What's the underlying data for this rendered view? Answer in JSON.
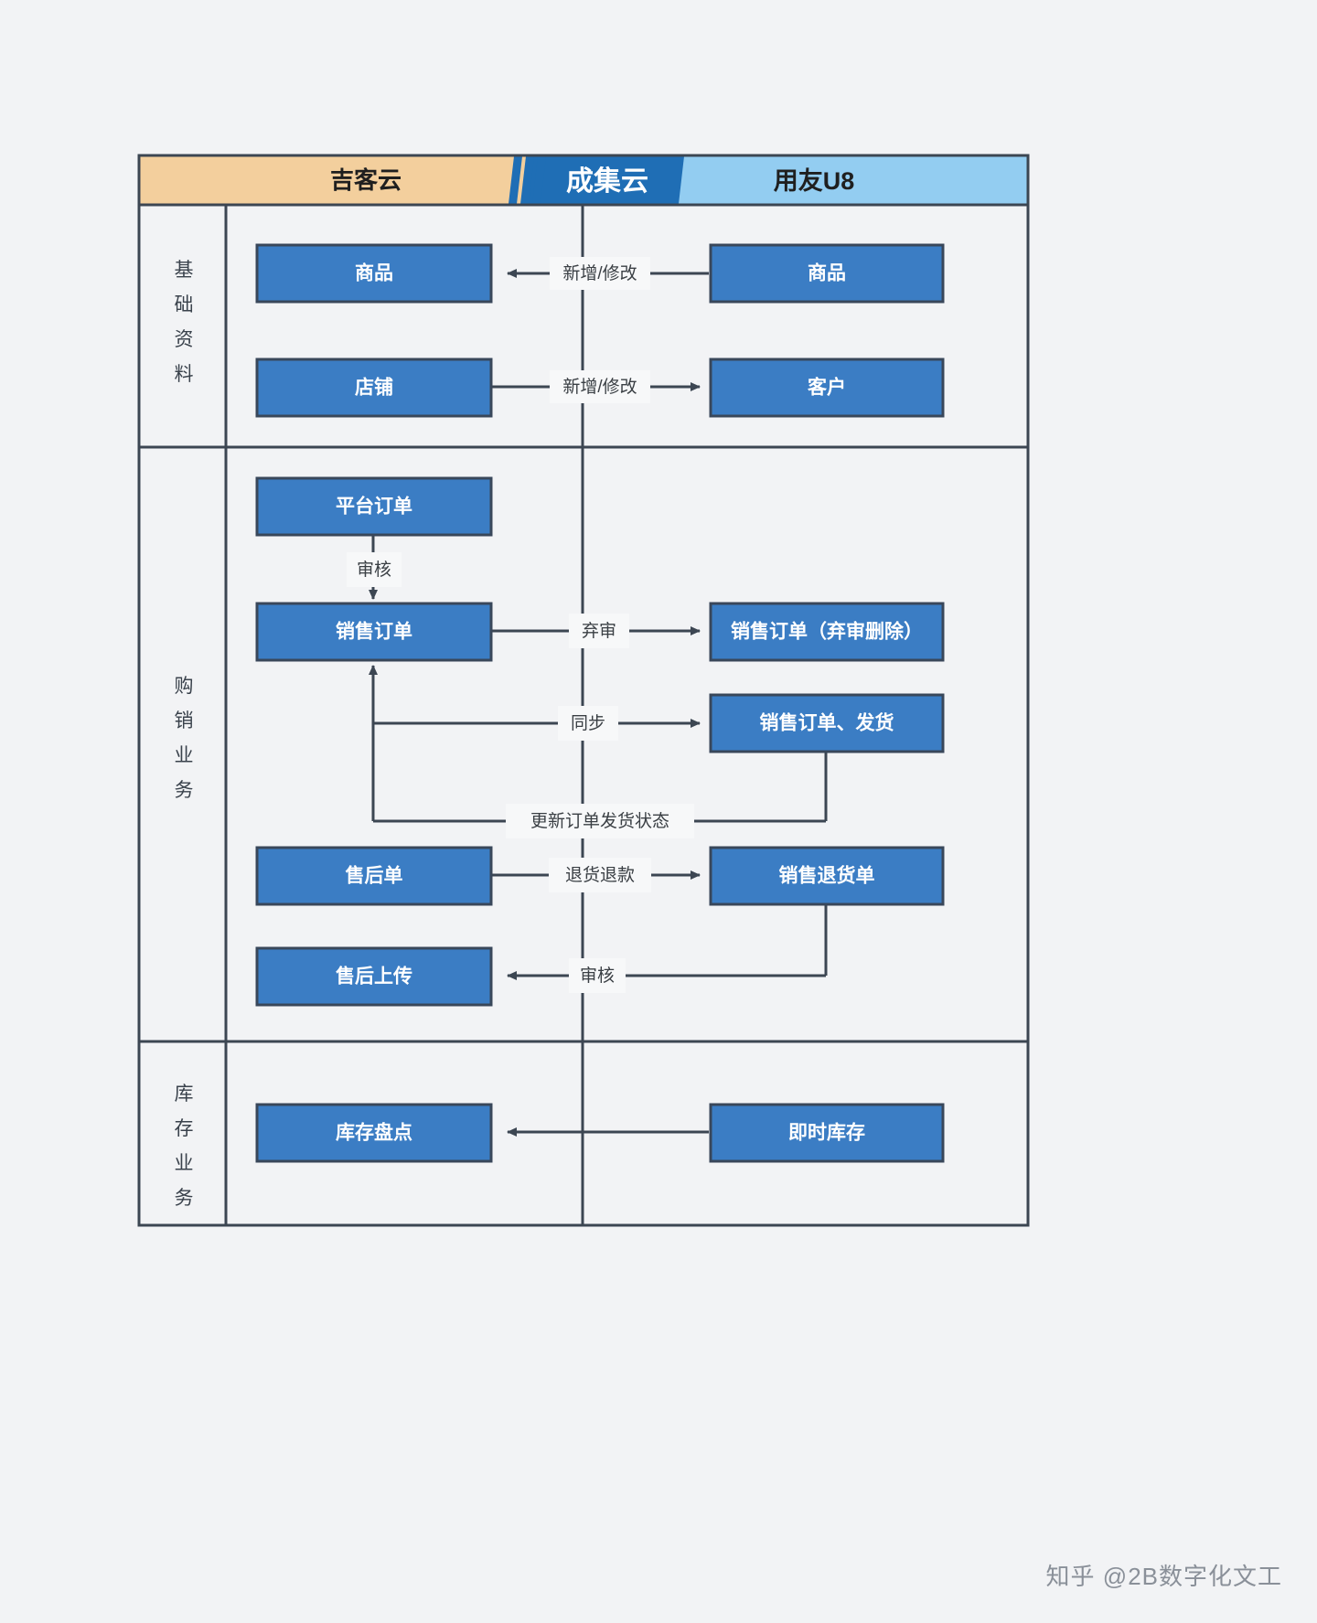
{
  "diagram": {
    "title_left": "吉客云",
    "title_center": "成集云",
    "title_right": "用友U8",
    "colors": {
      "left_header_bg": "#f3cf9d",
      "center_header_bg": "#1f6eb5",
      "right_header_bg": "#93cdf1",
      "node_fill": "#3b7dc4",
      "node_stroke": "#39475a",
      "frame_stroke": "#3c4652",
      "canvas_bg": "#f2f3f5",
      "edge_stroke": "#3c4652",
      "label_text": "#3a3f44"
    },
    "sections": [
      {
        "name": "basic-data",
        "label": "基础资料"
      },
      {
        "name": "purchase-sales",
        "label": "购销业务"
      },
      {
        "name": "inventory",
        "label": "库存业务"
      }
    ],
    "nodes": [
      {
        "id": "n-goods-left",
        "label": "商品",
        "side": "left"
      },
      {
        "id": "n-goods-right",
        "label": "商品",
        "side": "right"
      },
      {
        "id": "n-shop",
        "label": "店铺",
        "side": "left"
      },
      {
        "id": "n-customer",
        "label": "客户",
        "side": "right"
      },
      {
        "id": "n-platform-order",
        "label": "平台订单",
        "side": "left"
      },
      {
        "id": "n-sales-order",
        "label": "销售订单",
        "side": "left"
      },
      {
        "id": "n-sales-order-void",
        "label": "销售订单（弃审删除）",
        "side": "right"
      },
      {
        "id": "n-sales-order-ship",
        "label": "销售订单、发货",
        "side": "right"
      },
      {
        "id": "n-aftersale",
        "label": "售后单",
        "side": "left"
      },
      {
        "id": "n-sales-return",
        "label": "销售退货单",
        "side": "right"
      },
      {
        "id": "n-aftersale-upload",
        "label": "售后上传",
        "side": "left"
      },
      {
        "id": "n-stock-count",
        "label": "库存盘点",
        "side": "left"
      },
      {
        "id": "n-realtime-stock",
        "label": "即时库存",
        "side": "right"
      }
    ],
    "edges": [
      {
        "id": "e-goods",
        "label": "新增/修改",
        "from": "n-goods-right",
        "to": "n-goods-left",
        "direction": "left"
      },
      {
        "id": "e-shop-customer",
        "label": "新增/修改",
        "from": "n-shop",
        "to": "n-customer",
        "direction": "right"
      },
      {
        "id": "e-audit-order",
        "label": "审核",
        "from": "n-platform-order",
        "to": "n-sales-order",
        "direction": "down"
      },
      {
        "id": "e-void",
        "label": "弃审",
        "from": "n-sales-order",
        "to": "n-sales-order-void",
        "direction": "right"
      },
      {
        "id": "e-sync",
        "label": "同步",
        "from": "n-sales-order",
        "to": "n-sales-order-ship",
        "direction": "right"
      },
      {
        "id": "e-update-ship",
        "label": "更新订单发货状态",
        "from": "n-sales-order-ship",
        "to": "n-sales-order",
        "direction": "left"
      },
      {
        "id": "e-refund",
        "label": "退货退款",
        "from": "n-aftersale",
        "to": "n-sales-return",
        "direction": "right"
      },
      {
        "id": "e-audit-return",
        "label": "审核",
        "from": "n-sales-return",
        "to": "n-aftersale-upload",
        "direction": "left"
      },
      {
        "id": "e-stock",
        "label": "",
        "from": "n-realtime-stock",
        "to": "n-stock-count",
        "direction": "left"
      }
    ]
  },
  "watermark": {
    "logo": "知乎",
    "handle": "@2B数字化文工"
  }
}
